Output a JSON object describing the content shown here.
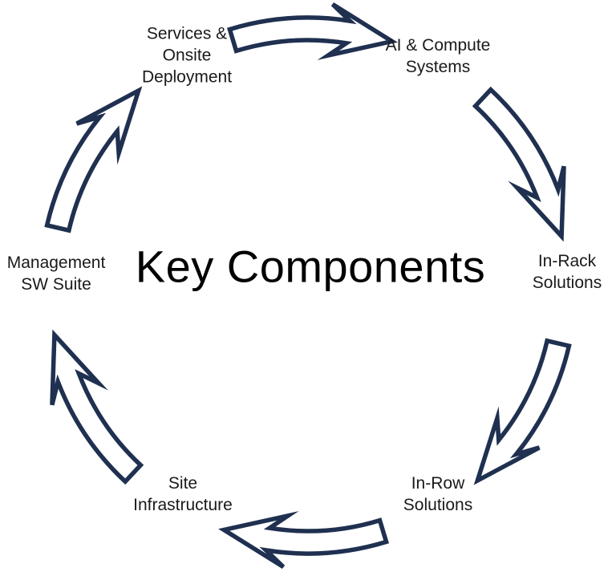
{
  "title": "Key Components",
  "colors": {
    "arrow_outline": "#1f3050",
    "arrow_fill": "#ffffff",
    "label_text": "#1a1a1a",
    "title_text": "#000000",
    "background": "#ffffff"
  },
  "diagram": {
    "type": "cycle",
    "direction": "clockwise",
    "nodes": [
      {
        "id": "services-onsite-deployment",
        "label": "Services &\nOnsite\nDeployment"
      },
      {
        "id": "ai-compute-systems",
        "label": "AI & Compute\nSystems"
      },
      {
        "id": "in-rack-solutions",
        "label": "In-Rack\nSolutions"
      },
      {
        "id": "in-row-solutions",
        "label": "In-Row\nSolutions"
      },
      {
        "id": "site-infrastructure",
        "label": "Site\nInfrastructure"
      },
      {
        "id": "management-sw-suite",
        "label": "Management\nSW Suite"
      }
    ],
    "edges": [
      {
        "from": "services-onsite-deployment",
        "to": "ai-compute-systems"
      },
      {
        "from": "ai-compute-systems",
        "to": "in-rack-solutions"
      },
      {
        "from": "in-rack-solutions",
        "to": "in-row-solutions"
      },
      {
        "from": "in-row-solutions",
        "to": "site-infrastructure"
      },
      {
        "from": "site-infrastructure",
        "to": "management-sw-suite"
      },
      {
        "from": "management-sw-suite",
        "to": "services-onsite-deployment"
      }
    ]
  }
}
